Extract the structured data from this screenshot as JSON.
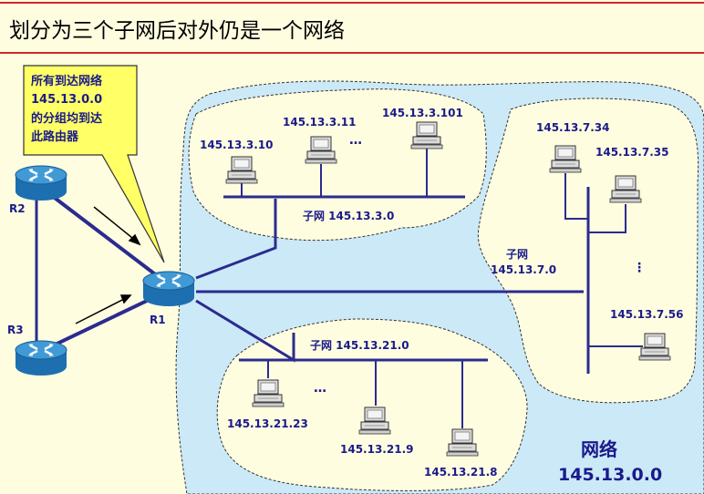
{
  "title": "划分为三个子网后对外仍是一个网络",
  "callout": [
    "所有到达网络",
    "145.13.0.0",
    "的分组均到达",
    "此路由器"
  ],
  "routers": {
    "r1": "R1",
    "r2": "R2",
    "r3": "R3"
  },
  "subnet3": {
    "label": "子网 145.13.3.0",
    "hosts": [
      "145.13.3.10",
      "145.13.3.11",
      "145.13.3.101"
    ],
    "ellipsis": "…"
  },
  "subnet7": {
    "label_line1": "子网",
    "label_line2": "145.13.7.0",
    "hosts": [
      "145.13.7.34",
      "145.13.7.35",
      "145.13.7.56"
    ],
    "ellipsis": "⋮"
  },
  "subnet21": {
    "label": "子网 145.13.21.0",
    "hosts": [
      "145.13.21.23",
      "145.13.21.9",
      "145.13.21.8"
    ],
    "ellipsis": "…"
  },
  "network": {
    "line1": "网络",
    "line2": "145.13.0.0"
  },
  "colors": {
    "network_fill": "#cce9f7",
    "subnet_fill": "#fffde0",
    "link": "#2b2b8f",
    "title_rule": "#d02828"
  }
}
